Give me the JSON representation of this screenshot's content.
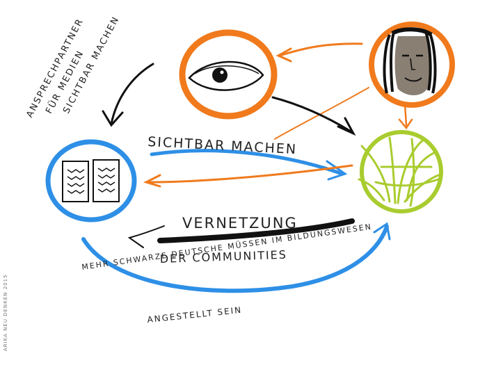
{
  "labels": {
    "note_lines": [
      "ANSPRECHPARTNER",
      "FÜR MEDIEN",
      "SICHTBAR MACHEN"
    ],
    "sichtbar": "SICHTBAR MACHEN",
    "vernetzung": "VERNETZUNG",
    "communities": "DER COMMUNITIES",
    "bottom_line1": "MEHR SCHWARZE DEUTSCHE MÜSSEN IM BILDUNGSWESEN",
    "bottom_line2": "ANGESTELLT SEIN",
    "signature": "ARIKA NEU DENKEN 2015"
  },
  "colors": {
    "orange": "#F07A1C",
    "blue": "#2E8FE6",
    "green": "#A9CC2E",
    "black": "#111111",
    "skin": "#8A7F73"
  },
  "icons": {
    "eye": "eye-icon",
    "face": "face-icon",
    "book": "book-icon",
    "plant": "plant-icon"
  }
}
